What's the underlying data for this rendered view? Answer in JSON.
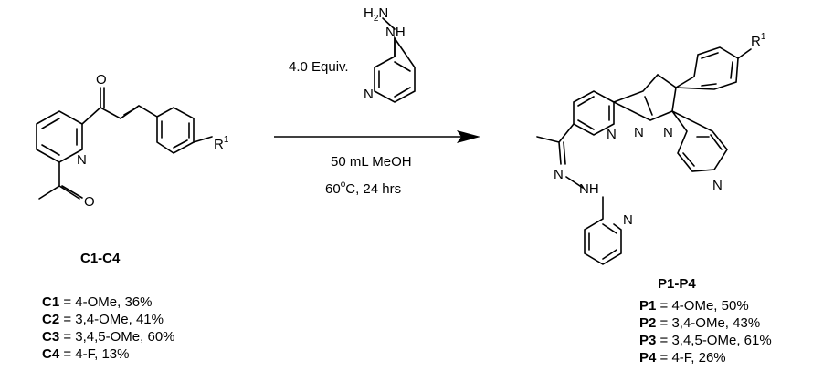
{
  "reagent": {
    "equiv": "4.0 Equiv.",
    "h2n": "H",
    "h2n_sub": "2",
    "h2n_n": "N",
    "nh": "NH",
    "n": "N"
  },
  "conditions": {
    "line1": "50 mL MeOH",
    "line2_a": "60",
    "line2_deg": "o",
    "line2_b": "C, 24 hrs"
  },
  "reactant": {
    "label": "C1-C4",
    "o1": "O",
    "o2": "O",
    "n": "N",
    "r": "R",
    "r_sup": "1",
    "entries": [
      {
        "id": "C1",
        "text": " = 4-OMe, 36%"
      },
      {
        "id": "C2",
        "text": " = 3,4-OMe, 41%"
      },
      {
        "id": "C3",
        "text": " = 3,4,5-OMe, 60%"
      },
      {
        "id": "C4",
        "text": " = 4-F, 13%"
      }
    ]
  },
  "product": {
    "label": "P1-P4",
    "n_py1": "N",
    "n_pz1": "N",
    "n_pz2": "N",
    "n_py2": "N",
    "n_hyd": "N",
    "nh": "NH",
    "n_py3": "N",
    "r": "R",
    "r_sup": "1",
    "entries": [
      {
        "id": "P1",
        "text": " = 4-OMe,  50%"
      },
      {
        "id": "P2",
        "text": " = 3,4-OMe, 43%"
      },
      {
        "id": "P3",
        "text": " = 3,4,5-OMe, 61%"
      },
      {
        "id": "P4",
        "text": " = 4-F, 26%"
      }
    ]
  }
}
